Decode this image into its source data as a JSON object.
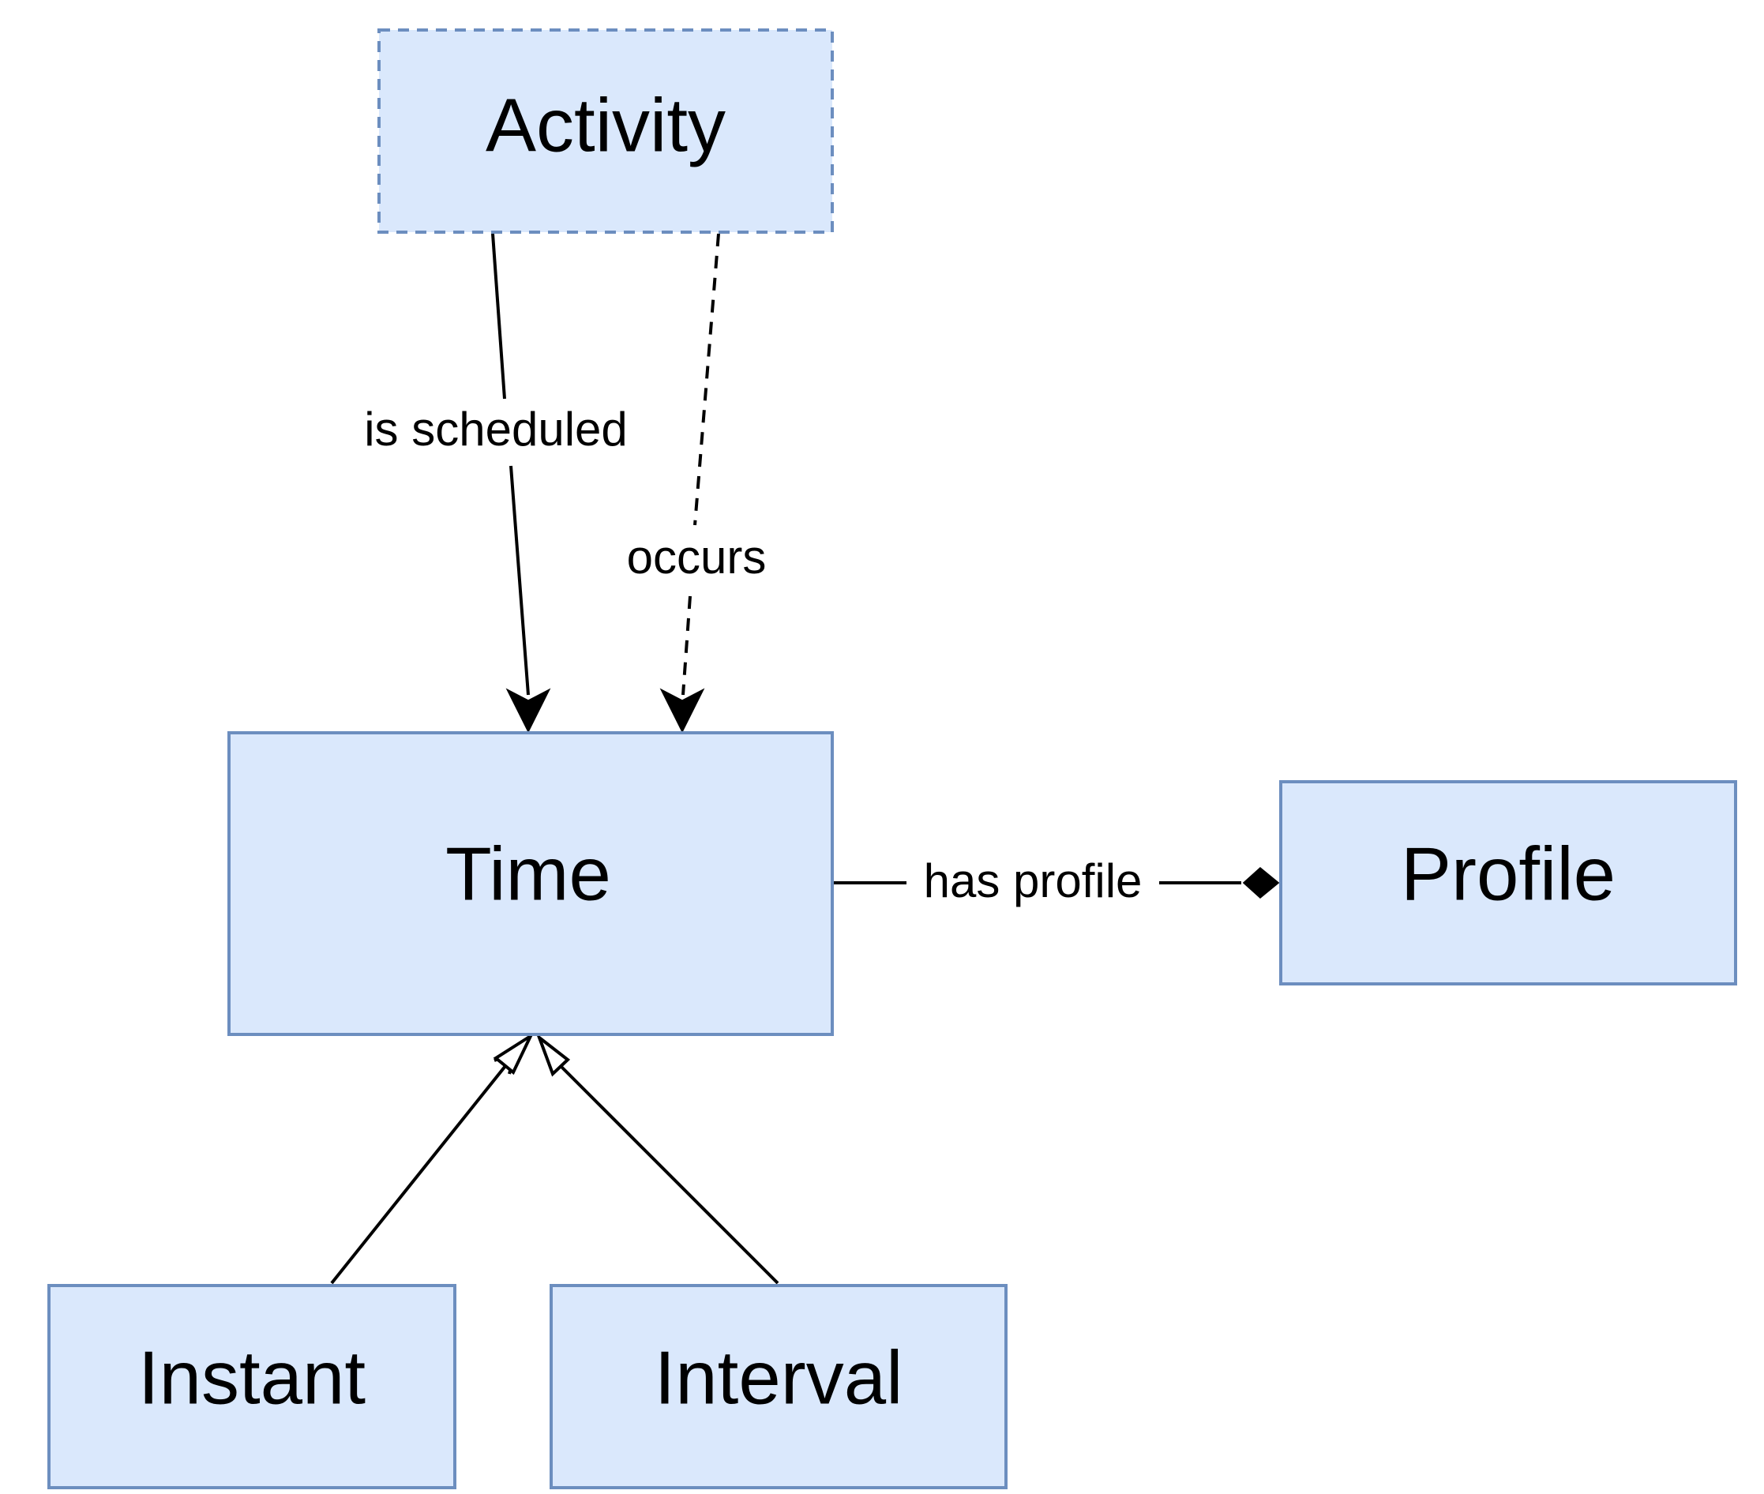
{
  "colors": {
    "node_fill": "#dae8fc",
    "node_stroke": "#6c8ebf",
    "edge": "#000000",
    "background": "#ffffff"
  },
  "nodes": {
    "activity": "Activity",
    "time": "Time",
    "profile": "Profile",
    "instant": "Instant",
    "interval": "Interval"
  },
  "edges": {
    "is_scheduled": "is scheduled",
    "occurs": "occurs",
    "has_profile": "has profile"
  }
}
